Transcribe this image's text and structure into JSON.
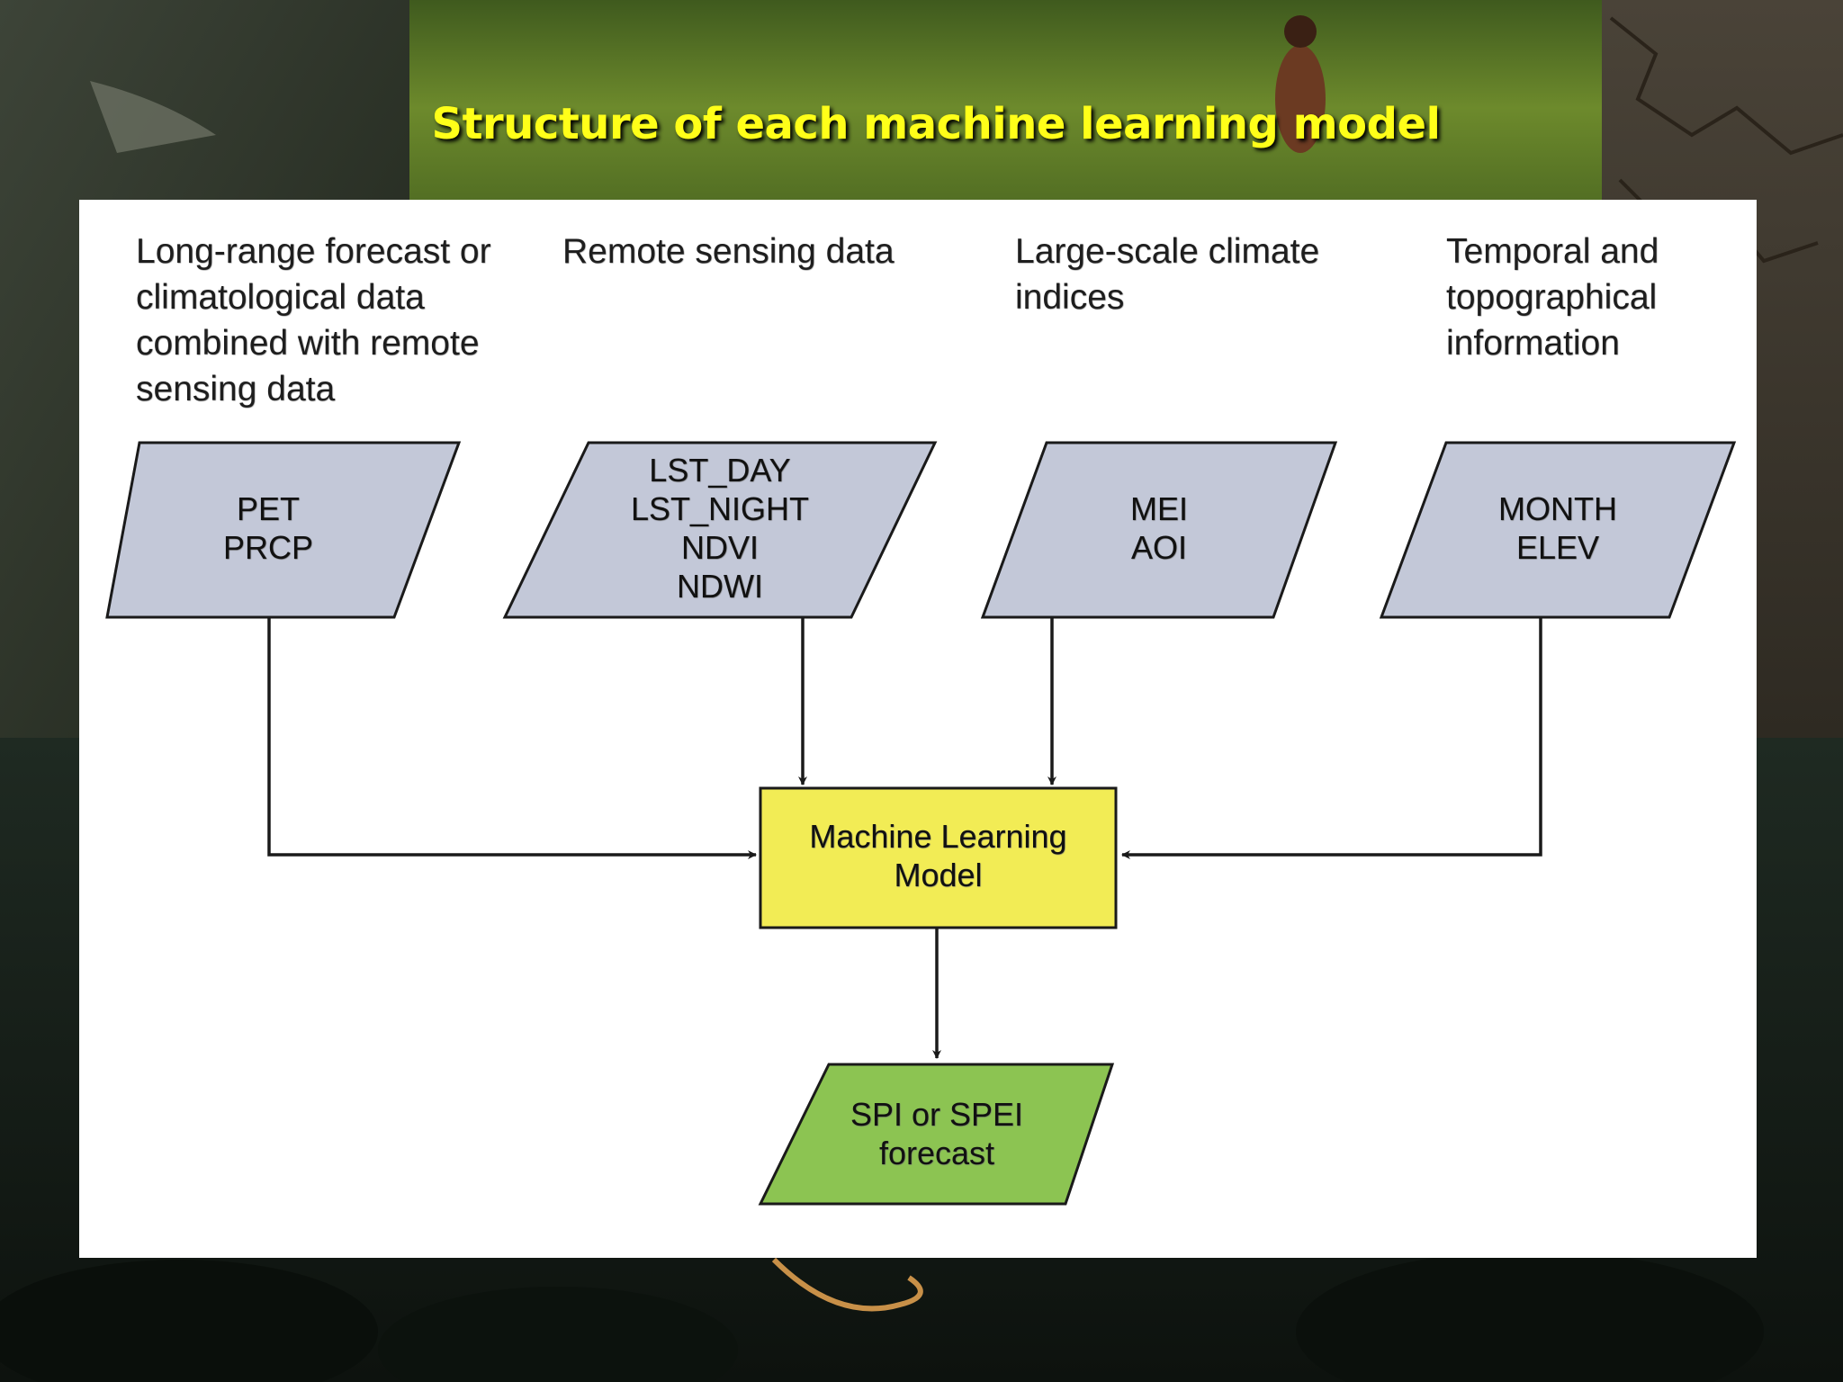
{
  "slide": {
    "title": "Structure of each machine learning model"
  },
  "diagram": {
    "column_headers": [
      "Long-range forecast or\nclimatological data\ncombined with remote\nsensing data",
      "Remote sensing data",
      "Large-scale climate\nindices",
      "Temporal and\ntopographical\ninformation"
    ],
    "input_nodes": [
      {
        "label": "PET\nPRCP"
      },
      {
        "label": "LST_DAY\nLST_NIGHT\nNDVI\nNDWI"
      },
      {
        "label": "MEI\nAOI"
      },
      {
        "label": "MONTH\nELEV"
      }
    ],
    "model_node": {
      "label": "Machine Learning\nModel"
    },
    "output_node": {
      "label": "SPI or SPEI\nforecast"
    }
  },
  "colors": {
    "title": "#ffff19",
    "input_fill": "#c3c8d8",
    "model_fill": "#f2ec55",
    "output_fill": "#8cc452",
    "stroke": "#1a1a1a"
  }
}
